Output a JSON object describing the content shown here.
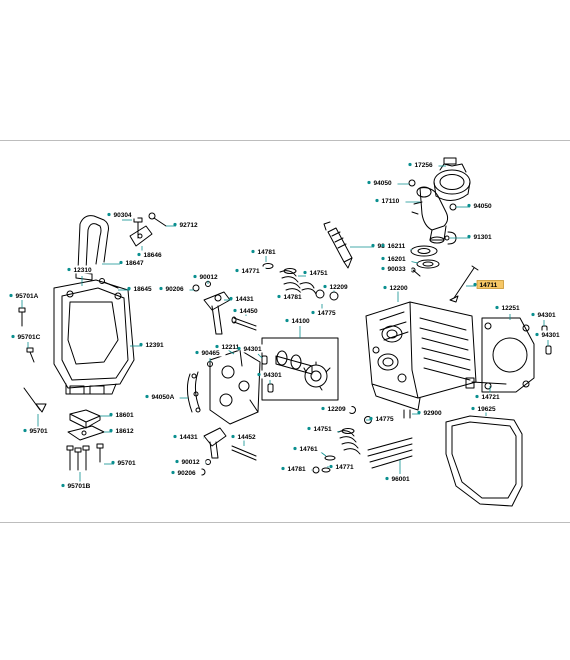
{
  "colors": {
    "background": "#ffffff",
    "linework": "#000000",
    "leader": "#0a8f8f",
    "label_box": "#ffffff",
    "label_box_border": "#0a8f8f",
    "highlight_box": "#f6c766",
    "highlight_border": "#c08a1d",
    "frame_line": "#bdbdbd"
  },
  "icons": [
    "part-marker-icon"
  ],
  "labels": {
    "l17256": "17256",
    "l94050a": "94050",
    "l17110": "17110",
    "l94050b": "94050",
    "l91301": "91301",
    "l98056": "98056",
    "l16211": "16211",
    "l16201": "16201",
    "l90033": "90033",
    "l14711": "14711",
    "l12200": "12200",
    "l12251": "12251",
    "l94301a": "94301",
    "l94301b": "94301",
    "l90304": "90304",
    "l92712": "92712",
    "l18646": "18646",
    "l18647": "18647",
    "l12310": "12310",
    "l18645": "18645",
    "l95701a": "95701A",
    "l95701c": "95701C",
    "l12391": "12391",
    "l95701": "95701",
    "l18601": "18601",
    "l18612": "18612",
    "l95701d": "95701",
    "l95701b": "95701B",
    "l14781a": "14781",
    "l14771a": "14771",
    "l14751a": "14751",
    "l14781b": "14781",
    "l12209a": "12209",
    "l14775a": "14775",
    "l90206a": "90206",
    "l90012a": "90012",
    "l14431a": "14431",
    "l14450": "14450",
    "l14100": "14100",
    "l90465": "90465",
    "l12211": "12211",
    "l94301c": "94301",
    "l94301d": "94301",
    "l94050c": "94050A",
    "l14431b": "14431",
    "l14452": "14452",
    "l90012b": "90012",
    "l90206b": "90206",
    "l12209b": "12209",
    "l14775b": "14775",
    "l92900": "92900",
    "l14721": "14721",
    "l19625": "19625",
    "l14751b": "14751",
    "l14761": "14761",
    "l14781c": "14781",
    "l14771b": "14771",
    "l96001": "96001"
  }
}
